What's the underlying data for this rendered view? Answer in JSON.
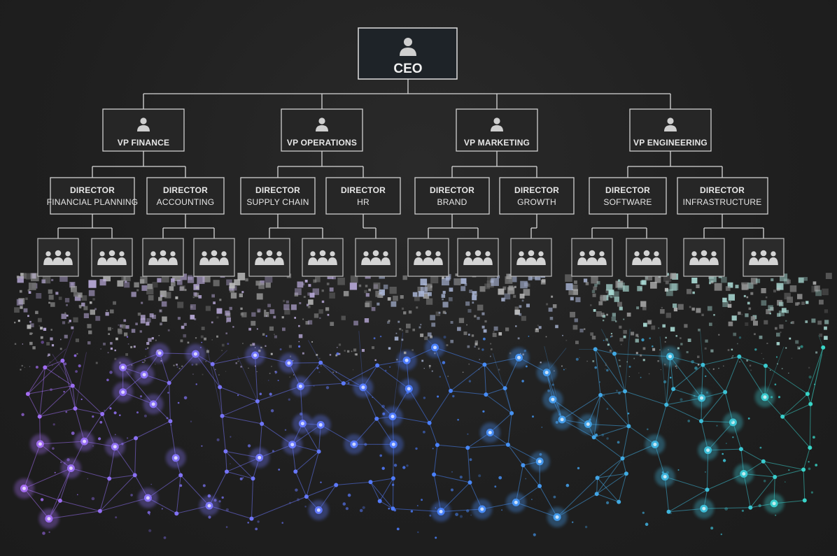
{
  "ceo": {
    "label": "CEO"
  },
  "vps": [
    {
      "label": "VP FINANCE"
    },
    {
      "label": "VP OPERATIONS"
    },
    {
      "label": "VP MARKETING"
    },
    {
      "label": "VP ENGINEERING"
    }
  ],
  "directors": [
    {
      "line1": "DIRECTOR",
      "line2": "FINANCIAL PLANNING"
    },
    {
      "line1": "DIRECTOR",
      "line2": "ACCOUNTING"
    },
    {
      "line1": "DIRECTOR",
      "line2": "SUPPLY CHAIN"
    },
    {
      "line1": "DIRECTOR",
      "line2": "HR"
    },
    {
      "line1": "DIRECTOR",
      "line2": "BRAND"
    },
    {
      "line1": "DIRECTOR",
      "line2": "GROWTH"
    },
    {
      "line1": "DIRECTOR",
      "line2": "SOFTWARE"
    },
    {
      "line1": "DIRECTOR",
      "line2": "INFRASTRUCTURE"
    }
  ],
  "teams_per_director": [
    2,
    2,
    2,
    1,
    2,
    1,
    2,
    2
  ],
  "colors": {
    "network_left": "#a46cf0",
    "network_mid": "#4a7dff",
    "network_right": "#38d6c8",
    "line": "#d8d8d8"
  },
  "icons": {
    "person": "person-icon",
    "team": "team-icon"
  }
}
